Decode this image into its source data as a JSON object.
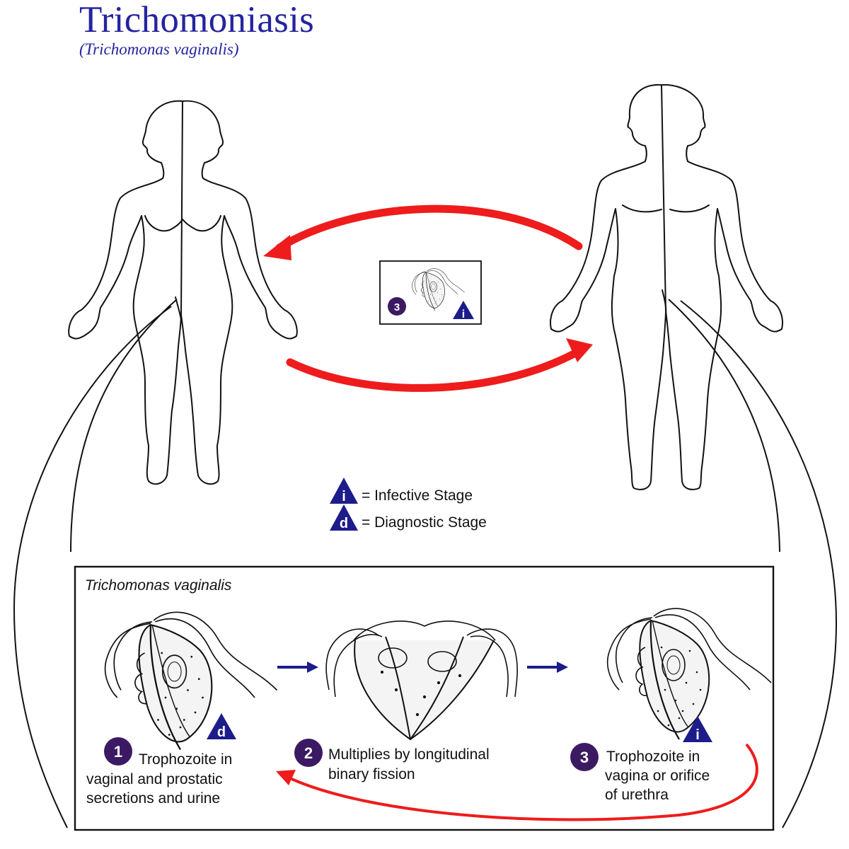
{
  "title": "Trichomoniasis",
  "subtitle": "(Trichomonas vaginalis)",
  "colors": {
    "title": "#2424a0",
    "arrow_red": "#ee1c1c",
    "marker_purple": "#3b1a63",
    "triangle_blue": "#1c1c8a",
    "arrow_blue": "#1c1c8a"
  },
  "legend": {
    "infective": {
      "symbol": "i",
      "text": "= Infective Stage"
    },
    "diagnostic": {
      "symbol": "d",
      "text": "= Diagnostic Stage"
    }
  },
  "center_inset": {
    "number": "3",
    "symbol": "i"
  },
  "lifecycle_box": {
    "title": "Trichomonas vaginalis",
    "stages": [
      {
        "number": "1",
        "lines": [
          "Trophozoite in",
          "vaginal and prostatic",
          "secretions and urine"
        ],
        "symbol": "d"
      },
      {
        "number": "2",
        "lines": [
          "Multiplies by longitudinal",
          "binary fission"
        ]
      },
      {
        "number": "3",
        "lines": [
          "Trophozoite in",
          "vagina or orifice",
          "of urethra"
        ],
        "symbol": "i"
      }
    ]
  },
  "icons": [
    "female-figure-icon",
    "male-figure-icon",
    "trophozoite-icon",
    "dividing-trophozoite-icon"
  ]
}
